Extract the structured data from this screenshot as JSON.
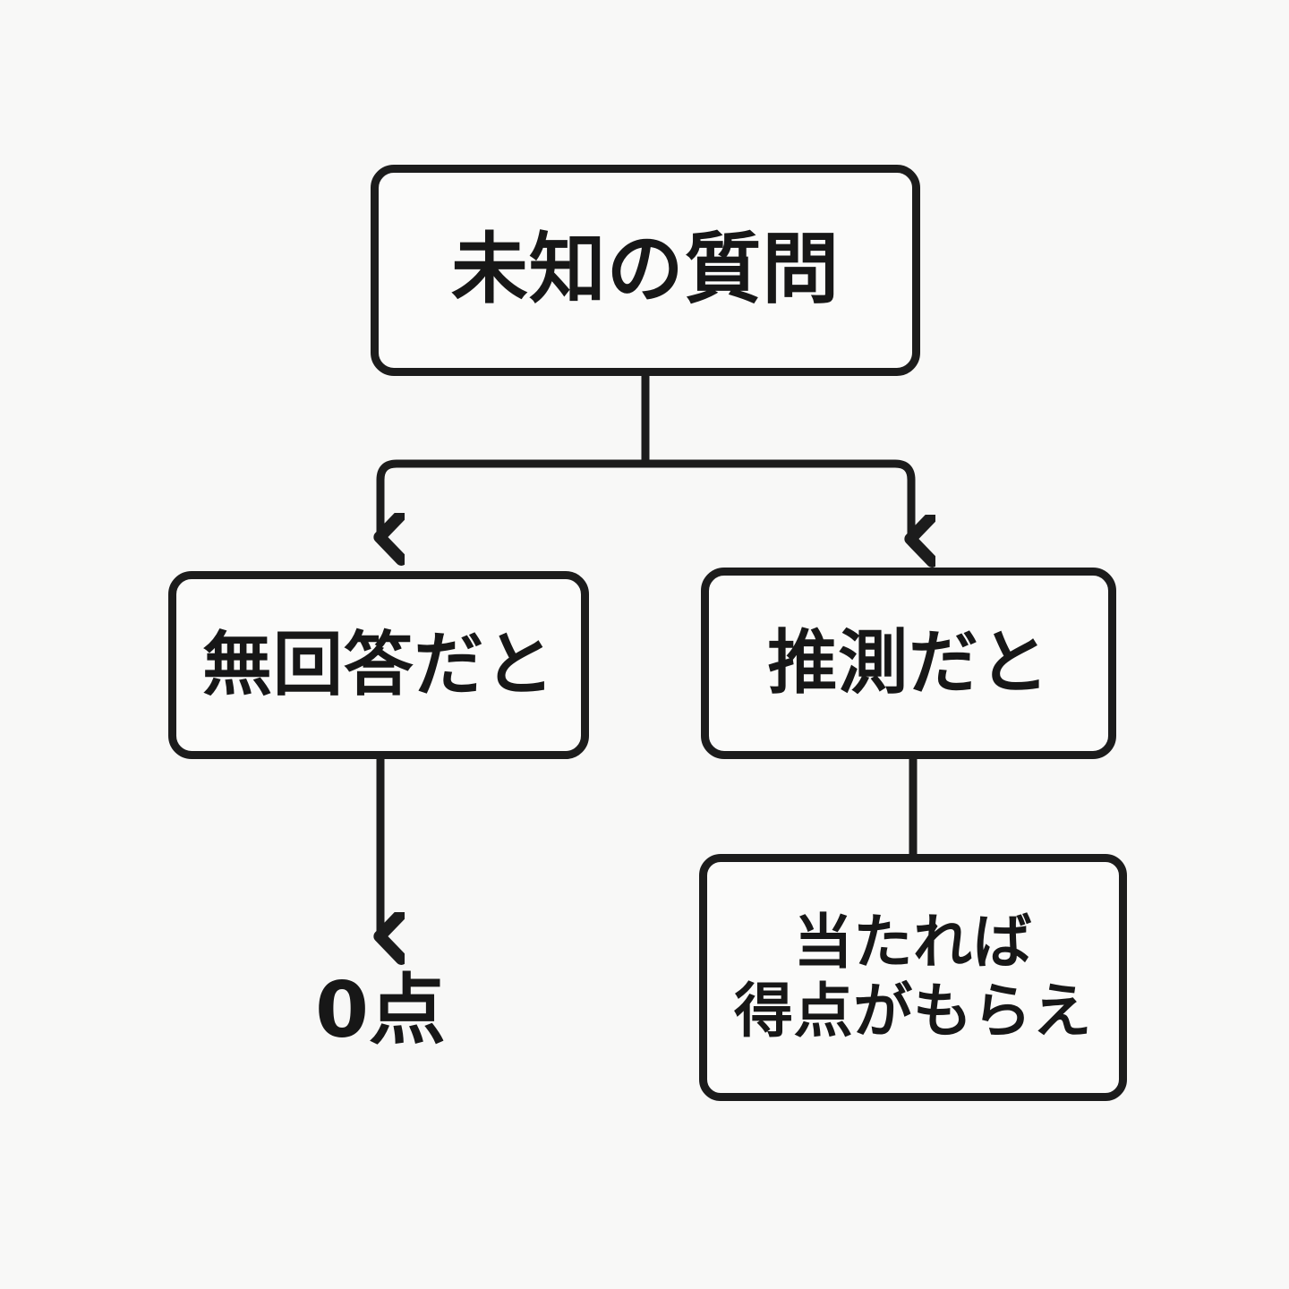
{
  "diagram": {
    "title_text": "未知の質問",
    "background_color": "#f8f8f7",
    "stroke_color": "#1c1c1c",
    "text_color": "#171717",
    "type": "flowchart",
    "nodes": [
      {
        "id": "root",
        "label": "未知の質問",
        "meaning": "Unknown question",
        "shape": "rounded-rectangle"
      },
      {
        "id": "no-answer",
        "label": "無回答だと",
        "meaning": "If you do not answer",
        "shape": "rounded-rectangle"
      },
      {
        "id": "guess",
        "label": "推測だと",
        "meaning": "If you guess",
        "shape": "rounded-rectangle"
      },
      {
        "id": "reward",
        "label": "当たれば\n得点がもらえ",
        "meaning": "If correct, you get points",
        "shape": "rounded-rectangle"
      }
    ],
    "free_labels": [
      {
        "id": "zero-score",
        "text": "0点",
        "meaning": "0 points"
      }
    ],
    "edges": [
      {
        "id": "root-to-no-answer",
        "from": "root",
        "to": "no-answer",
        "arrow": true
      },
      {
        "id": "root-to-guess",
        "from": "root",
        "to": "guess",
        "arrow": true
      },
      {
        "id": "no-answer-to-zero",
        "from": "no-answer",
        "to": "zero-score",
        "arrow": true
      },
      {
        "id": "guess-to-reward",
        "from": "guess",
        "to": "reward",
        "arrow": false
      }
    ]
  }
}
